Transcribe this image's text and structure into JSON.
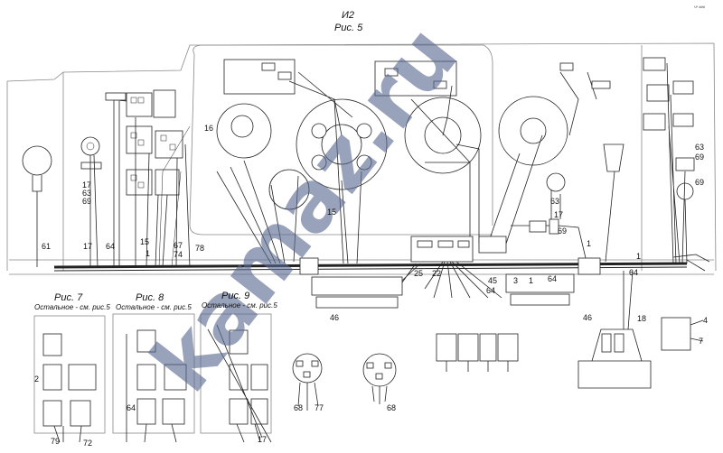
{
  "corner_mark": "Ч* ###",
  "header": {
    "code": "И2",
    "figure": "Рис. 5"
  },
  "watermark": "kamaz.ru",
  "inset_figures": [
    {
      "title": "Рис. 7",
      "subtitle": "Остальное - см. рис.5"
    },
    {
      "title": "Рис. 8",
      "subtitle": "Остальное - см. рис.5"
    },
    {
      "title": "Рис. 9",
      "subtitle": "Остальное - см. рис.5"
    }
  ],
  "labels": {
    "n61": "61",
    "n17a": "17",
    "n64a": "64",
    "n15a": "15",
    "n1a": "1",
    "n67": "67",
    "n74": "74",
    "n78": "78",
    "n17b": "17",
    "n63b": "63",
    "n69b": "69",
    "n16": "16",
    "n15b": "15",
    "n25": "25",
    "n22": "22",
    "n45": "45",
    "n3": "3",
    "n1b": "1",
    "n64b": "64",
    "n64c": "64",
    "n46a": "46",
    "n46b": "46",
    "n63c": "63",
    "n17c": "17",
    "n69c": "69",
    "n1c": "1",
    "n64d": "64",
    "n1d": "1",
    "n63d": "63",
    "n69d": "69",
    "n69e": "69",
    "n18": "18",
    "n4": "4",
    "n7": "7",
    "n2": "2",
    "n79": "79",
    "n72": "72",
    "n64e": "64",
    "n17d": "17",
    "n68a": "68",
    "n77": "77",
    "n68b": "68"
  }
}
